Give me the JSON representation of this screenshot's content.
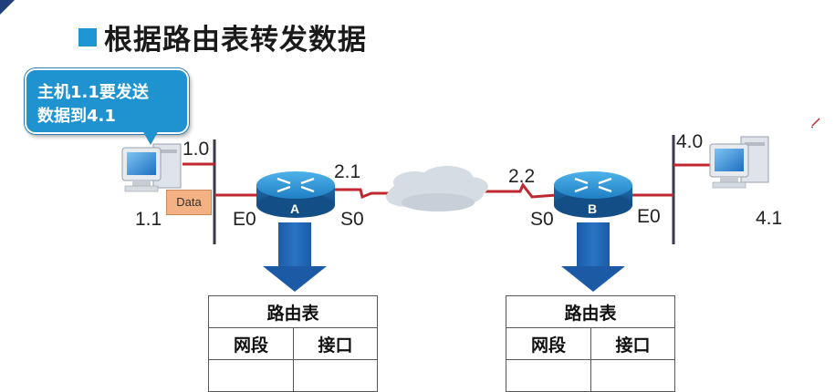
{
  "title": "根据路由表转发数据",
  "callout": {
    "line1": "主机1.1要发送",
    "line2": "数据到4.1"
  },
  "labels": {
    "net_left": "1.0",
    "host_left": "1.1",
    "router_a_e0": "E0",
    "router_a_s0": "S0",
    "router_a_s0_addr": "2.1",
    "router_b_s0_addr": "2.2",
    "router_b_s0": "S0",
    "router_b_e0": "E0",
    "net_right": "4.0",
    "host_right": "4.1"
  },
  "routers": {
    "a": "A",
    "b": "B"
  },
  "packet": "Data",
  "table_left": {
    "title": "路由表",
    "col1": "网段",
    "col2": "接口"
  },
  "table_right": {
    "title": "路由表",
    "col1": "网段",
    "col2": "接口"
  },
  "colors": {
    "accent": "#1e96d3",
    "link": "#c0282f",
    "router": "#1f7fc4",
    "arrow": "#1c5aa6"
  }
}
